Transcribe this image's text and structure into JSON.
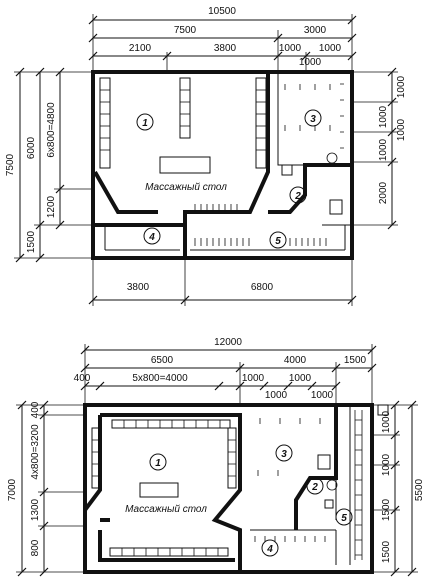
{
  "plan1": {
    "dims_top": {
      "overall": "10500",
      "left": "7500",
      "right": "3000",
      "seg_a": "2100",
      "seg_b": "3800",
      "seg_c": "1000",
      "seg_d": "1000",
      "seg_e": "1000"
    },
    "dims_left": {
      "overall": "7500",
      "inner": "6000",
      "panels": "6x800=4800",
      "lower": "1200",
      "bottom": "1500"
    },
    "dims_right": {
      "r1": "1000",
      "r2": "1000",
      "r3": "1000",
      "r4": "1000",
      "r5": "2000"
    },
    "dims_bottom": {
      "left": "3800",
      "right": "6800"
    },
    "rooms": {
      "r1": "1",
      "r2": "2",
      "r3": "3",
      "r4": "4",
      "r5": "5"
    },
    "table_label": "Массажный стол"
  },
  "plan2": {
    "dims_top": {
      "overall": "12000",
      "left": "6500",
      "mid": "4000",
      "right": "1500",
      "seg_a": "400",
      "seg_b": "5x800=4000",
      "seg_c": "1000",
      "seg_d": "1000",
      "seg_e": "1000",
      "seg_f": "1000"
    },
    "dims_left": {
      "overall": "7000",
      "top": "400",
      "panels": "4x800=3200",
      "mid": "1300",
      "bottom": "800"
    },
    "dims_right": {
      "r1": "1000",
      "r2": "1000",
      "r3": "1500",
      "r4": "1500",
      "overall": "5500"
    },
    "rooms": {
      "r1": "1",
      "r2": "2",
      "r3": "3",
      "r4": "4",
      "r5": "5"
    },
    "table_label": "Массажный стол"
  }
}
